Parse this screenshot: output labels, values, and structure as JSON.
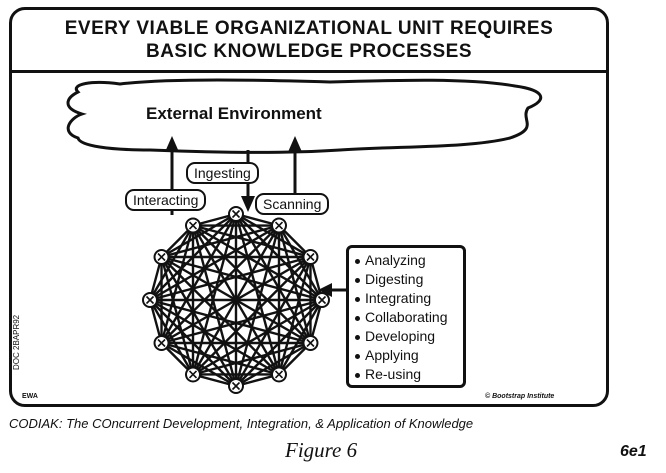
{
  "title": {
    "line1": "EVERY VIABLE ORGANIZATIONAL UNIT REQUIRES",
    "line2": "BASIC KNOWLEDGE PROCESSES"
  },
  "environment": {
    "label": "External Environment"
  },
  "arrows": {
    "interacting": "Interacting",
    "ingesting": "Ingesting",
    "scanning": "Scanning"
  },
  "processes": [
    "Analyzing",
    "Digesting",
    "Integrating",
    "Collaborating",
    "Developing",
    "Applying",
    "Re-using"
  ],
  "side_label": "DOC 2BAPR92",
  "footer": {
    "left": "EWA",
    "right": "© Bootstrap Institute"
  },
  "caption": "CODIAK: The COncurrent Development, Integration, & Application of Knowledge",
  "figure_label": "Figure 6",
  "figure_code": "6e1"
}
